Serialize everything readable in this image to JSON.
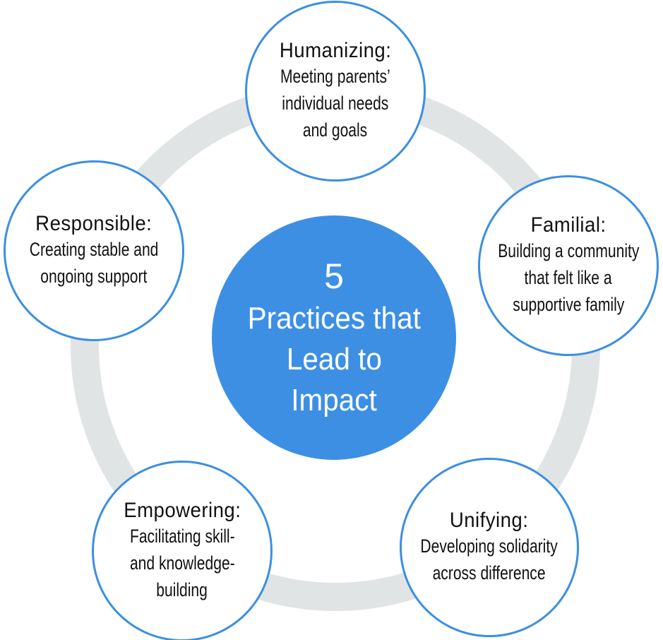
{
  "colors": {
    "accent": "#3d8fe4",
    "ring": "#e1e4e5",
    "border": "#3a8fe2"
  },
  "center": {
    "number": "5",
    "line1": "Practices that",
    "line2": "Lead to",
    "line3": "Impact"
  },
  "practices": [
    {
      "title": "Humanizing:",
      "lines": [
        "Meeting parents’",
        "individual needs",
        "and goals"
      ]
    },
    {
      "title": "Familial:",
      "lines": [
        "Building a community",
        "that felt like a",
        "supportive family"
      ]
    },
    {
      "title": "Unifying:",
      "lines": [
        "Developing solidarity",
        "across difference"
      ]
    },
    {
      "title": "Empowering:",
      "lines": [
        "Facilitating skill-",
        "and knowledge-",
        "building"
      ]
    },
    {
      "title": "Responsible:",
      "lines": [
        "Creating stable and",
        "ongoing support"
      ]
    }
  ]
}
